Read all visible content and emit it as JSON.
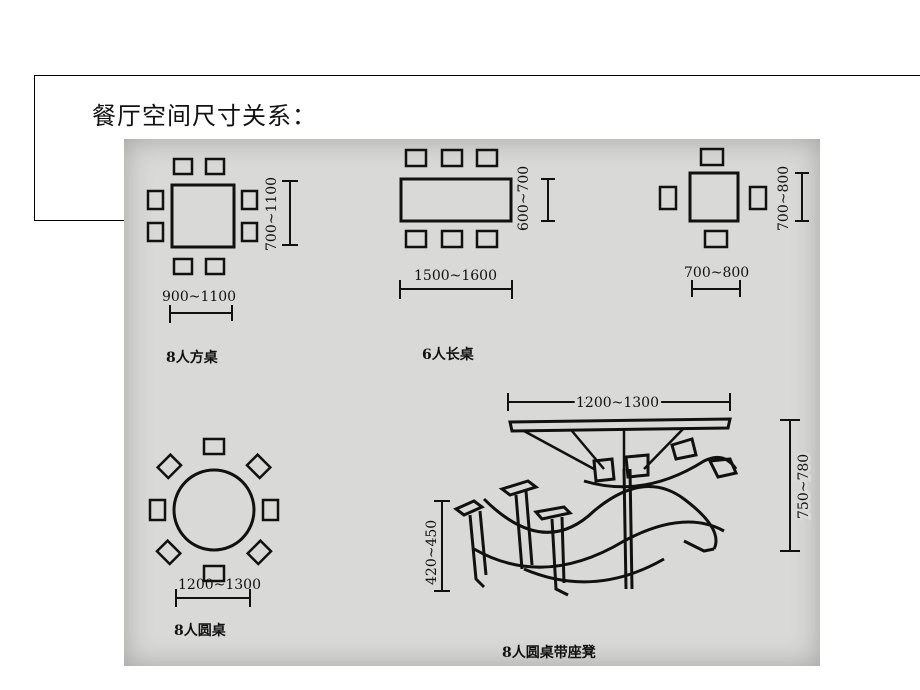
{
  "slide": {
    "title": "餐厅空间尺寸关系："
  },
  "diagram": {
    "square_table_8": {
      "caption": "8人方桌",
      "width_dim": "900~1100",
      "depth_dim": "700~1100"
    },
    "long_table_6": {
      "caption": "6人长桌",
      "width_dim": "1500~1600",
      "depth_dim": "600~700"
    },
    "square_table_4": {
      "width_dim": "700~800",
      "depth_dim": "700~800"
    },
    "round_table_8": {
      "caption": "8人圆桌",
      "diameter_dim": "1200~1300"
    },
    "round_table_with_stools": {
      "caption": "8人圆桌带座凳",
      "top_dim": "1200~1300",
      "table_height_dim": "750~780",
      "seat_height_dim": "420~450"
    }
  }
}
